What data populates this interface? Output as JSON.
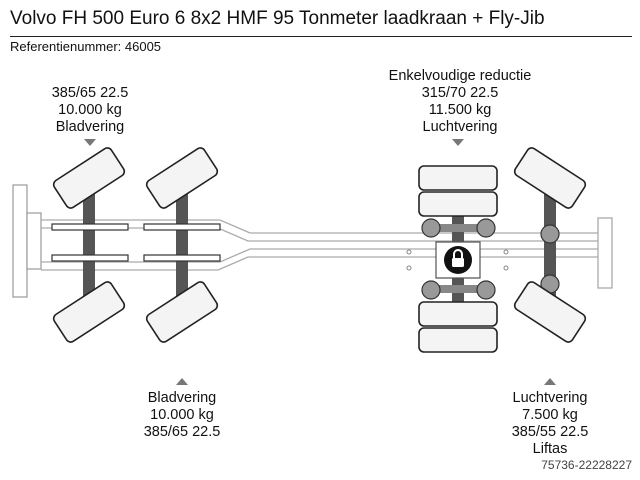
{
  "header": {
    "title": "Volvo FH 500 Euro 6 8x2 HMF 95 Tonmeter laadkraan + Fly-Jib",
    "reference": "Referentienummer: 46005"
  },
  "axles": [
    {
      "id": "front1",
      "lines": [
        "385/65 22.5",
        "10.000 kg",
        "Bladvering"
      ]
    },
    {
      "id": "front2",
      "lines": [
        "Bladvering",
        "10.000 kg",
        "385/65 22.5"
      ]
    },
    {
      "id": "drive",
      "lines": [
        "Enkelvoudige reductie",
        "315/70 22.5",
        "11.500 kg",
        "Luchtvering"
      ]
    },
    {
      "id": "rear",
      "lines": [
        "Luchtvering",
        "7.500 kg",
        "385/55 22.5",
        "Liftas"
      ]
    }
  ],
  "footer": {
    "stock_id": "75736-22228227"
  },
  "colors": {
    "tire_fill": "#f4f4f4",
    "axle": "#555555",
    "lock": "#111111",
    "arrow": "#777777"
  }
}
